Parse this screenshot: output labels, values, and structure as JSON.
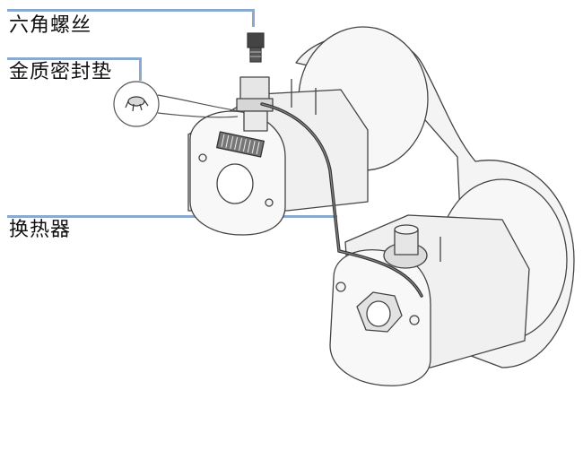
{
  "callouts": {
    "hex_screw": "六角螺丝",
    "gold_gasket": "金质密封垫",
    "heat_exchanger": "换热器"
  },
  "colors": {
    "leader_line": "#8aa9cf",
    "outline": "#444444",
    "body_fill": "#f4f4f4",
    "background": "#ffffff"
  },
  "icons": [
    "hex-screw-icon",
    "gold-gasket-icon",
    "heat-exchanger-tube-icon"
  ]
}
